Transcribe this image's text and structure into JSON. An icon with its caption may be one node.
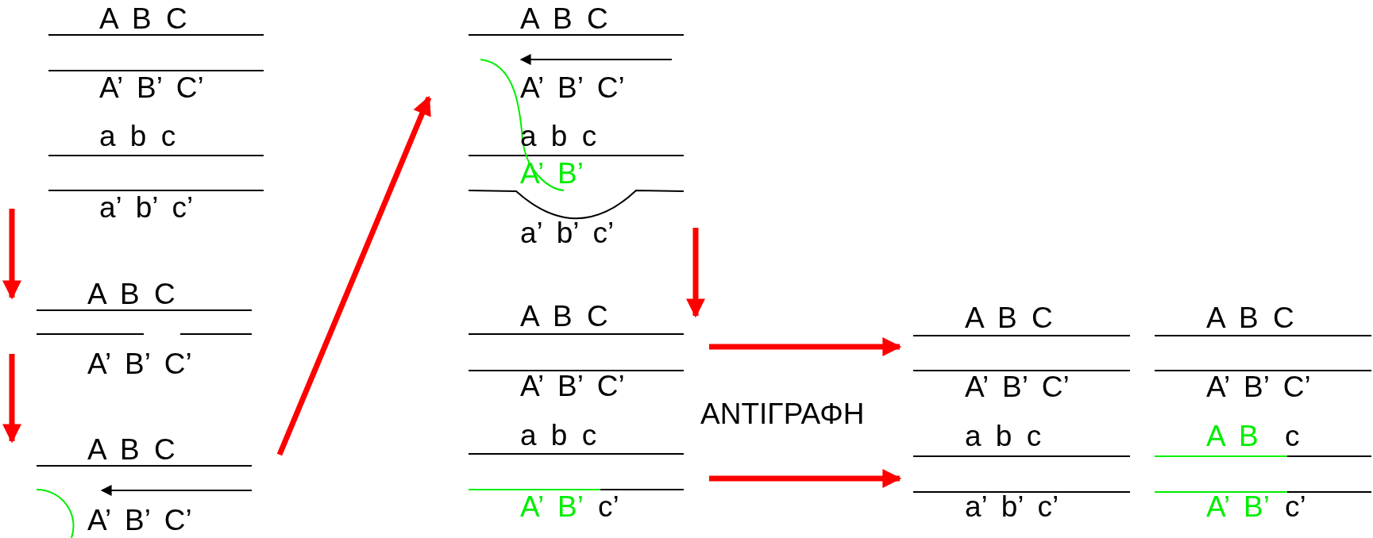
{
  "diagram": {
    "nodes": [
      {
        "text": [
          "A B C",
          "A’ B’ C’",
          "a b c",
          "a’ b’ c’"
        ]
      },
      {
        "text": [
          "A B C",
          "A’ B’ C’"
        ]
      },
      {
        "text": [
          "A B C",
          "A’ B’ C’"
        ]
      },
      {
        "text": [
          "A B C",
          "A’ B’ C’",
          "a b c",
          "A’ B’",
          "a’ b’ c’"
        ]
      },
      {
        "text": [
          "A B C",
          "A’ B’ C’",
          "a b c",
          "A’ B’",
          "c’"
        ]
      },
      {
        "text": [
          "A B C",
          "A’ B’ C’",
          "a b c",
          "a’ b’ c’"
        ]
      },
      {
        "text": [
          "A B C",
          "A’ B’ C’",
          "A B",
          "c",
          "A’ B’",
          "c’"
        ]
      }
    ],
    "edges": [
      {
        "from": 0,
        "to": 1,
        "arrow": "to"
      },
      {
        "from": 1,
        "to": 2,
        "arrow": "to"
      },
      {
        "from": 2,
        "to": 3,
        "arrow": "to"
      },
      {
        "from": 3,
        "to": 4,
        "arrow": "to"
      },
      {
        "from": 4,
        "to": 5,
        "arrow": "to"
      },
      {
        "from": 4,
        "to": 5,
        "arrow": "to"
      }
    ],
    "labels": [
      "ΑΝΤΙΓΡΑΦΗ"
    ]
  }
}
